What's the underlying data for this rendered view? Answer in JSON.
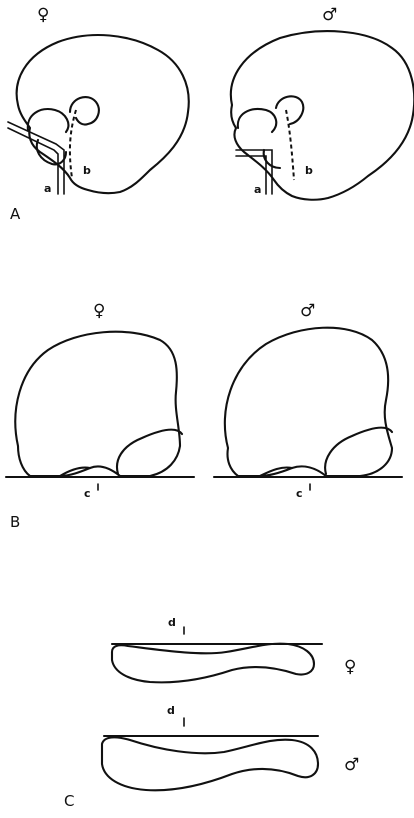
{
  "panels": {
    "a": {
      "label": "A",
      "female": {
        "symbol": "♀",
        "line_a": "a",
        "line_b": "b"
      },
      "male": {
        "symbol": "♂",
        "line_a": "a",
        "line_b": "b"
      }
    },
    "b": {
      "label": "B",
      "female": {
        "symbol": "♀",
        "marker": "c"
      },
      "male": {
        "symbol": "♂",
        "marker": "c"
      }
    },
    "c": {
      "label": "C",
      "female": {
        "symbol": "♀",
        "marker": "d"
      },
      "male": {
        "symbol": "♂",
        "marker": "d"
      }
    }
  }
}
